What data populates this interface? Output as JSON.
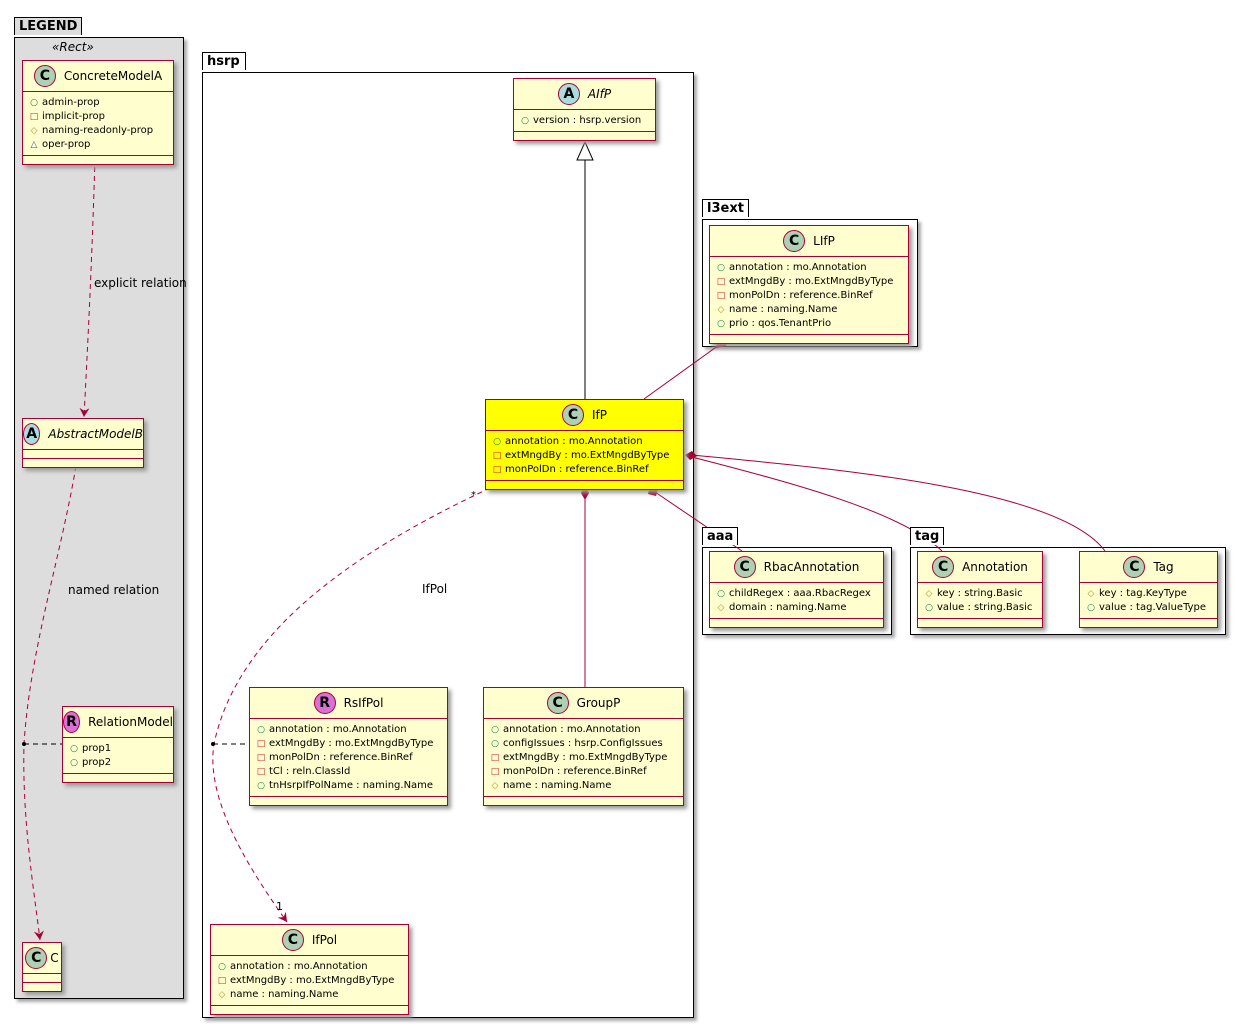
{
  "packages": [
    {
      "id": "legend",
      "name": "LEGEND"
    },
    {
      "id": "hsrp",
      "name": "hsrp"
    },
    {
      "id": "l3ext",
      "name": "l3ext"
    },
    {
      "id": "aaa",
      "name": "aaa"
    },
    {
      "id": "tag",
      "name": "tag"
    }
  ],
  "legend_stereotype": "«Rect»",
  "visibility_symbols": {
    "public": "○",
    "private": "□",
    "protected": "◇",
    "package": "△"
  },
  "colors": {
    "border": "#a80036",
    "class_bg": "#fefece",
    "highlight": "#ffff00",
    "class_icon": "#add1b2",
    "abstract_icon": "#a9dcdf",
    "relation_icon": "#da70d6",
    "legend_bg": "#dddddd"
  },
  "classes": [
    {
      "id": "ConcreteModelA",
      "kind": "C",
      "name": "ConcreteModelA",
      "attrs": [
        [
          "public",
          "admin-prop"
        ],
        [
          "private",
          "implicit-prop"
        ],
        [
          "protected",
          "naming-readonly-prop"
        ],
        [
          "package",
          "oper-prop"
        ]
      ]
    },
    {
      "id": "AbstractModelB",
      "kind": "A",
      "name": "AbstractModelB",
      "attrs": []
    },
    {
      "id": "RelationModel",
      "kind": "R",
      "name": "RelationModel",
      "attrs": [
        [
          "public",
          "prop1"
        ],
        [
          "public",
          "prop2"
        ]
      ]
    },
    {
      "id": "C",
      "kind": "C",
      "name": "C",
      "attrs": []
    },
    {
      "id": "AIfP",
      "kind": "A",
      "name": "AIfP",
      "attrs": [
        [
          "public",
          "version : hsrp.version"
        ]
      ]
    },
    {
      "id": "LIfP",
      "kind": "C",
      "name": "LIfP",
      "attrs": [
        [
          "public",
          "annotation : mo.Annotation"
        ],
        [
          "private",
          "extMngdBy : mo.ExtMngdByType"
        ],
        [
          "private",
          "monPolDn : reference.BinRef"
        ],
        [
          "protected",
          "name : naming.Name"
        ],
        [
          "public",
          "prio : qos.TenantPrio"
        ]
      ]
    },
    {
      "id": "IfP",
      "kind": "C",
      "name": "IfP",
      "attrs": [
        [
          "public",
          "annotation : mo.Annotation"
        ],
        [
          "private",
          "extMngdBy : mo.ExtMngdByType"
        ],
        [
          "private",
          "monPolDn : reference.BinRef"
        ]
      ]
    },
    {
      "id": "RbacAnnotation",
      "kind": "C",
      "name": "RbacAnnotation",
      "attrs": [
        [
          "public",
          "childRegex : aaa.RbacRegex"
        ],
        [
          "protected",
          "domain : naming.Name"
        ]
      ]
    },
    {
      "id": "Annotation",
      "kind": "C",
      "name": "Annotation",
      "attrs": [
        [
          "protected",
          "key : string.Basic"
        ],
        [
          "public",
          "value : string.Basic"
        ]
      ]
    },
    {
      "id": "Tag",
      "kind": "C",
      "name": "Tag",
      "attrs": [
        [
          "protected",
          "key : tag.KeyType"
        ],
        [
          "public",
          "value : tag.ValueType"
        ]
      ]
    },
    {
      "id": "RsIfPol",
      "kind": "R",
      "name": "RsIfPol",
      "attrs": [
        [
          "public",
          "annotation : mo.Annotation"
        ],
        [
          "private",
          "extMngdBy : mo.ExtMngdByType"
        ],
        [
          "private",
          "monPolDn : reference.BinRef"
        ],
        [
          "private",
          "tCl : reln.ClassId"
        ],
        [
          "public",
          "tnHsrpIfPolName : naming.Name"
        ]
      ]
    },
    {
      "id": "GroupP",
      "kind": "C",
      "name": "GroupP",
      "attrs": [
        [
          "public",
          "annotation : mo.Annotation"
        ],
        [
          "public",
          "configIssues : hsrp.ConfigIssues"
        ],
        [
          "private",
          "extMngdBy : mo.ExtMngdByType"
        ],
        [
          "private",
          "monPolDn : reference.BinRef"
        ],
        [
          "protected",
          "name : naming.Name"
        ]
      ]
    },
    {
      "id": "IfPol",
      "kind": "C",
      "name": "IfPol",
      "attrs": [
        [
          "public",
          "annotation : mo.Annotation"
        ],
        [
          "private",
          "extMngdBy : mo.ExtMngdByType"
        ],
        [
          "protected",
          "name : naming.Name"
        ]
      ]
    }
  ],
  "labels": {
    "explicit": "explicit relation",
    "named": "named relation",
    "ifpol": "IfPol",
    "mult_many": "*",
    "mult_one": "1"
  }
}
